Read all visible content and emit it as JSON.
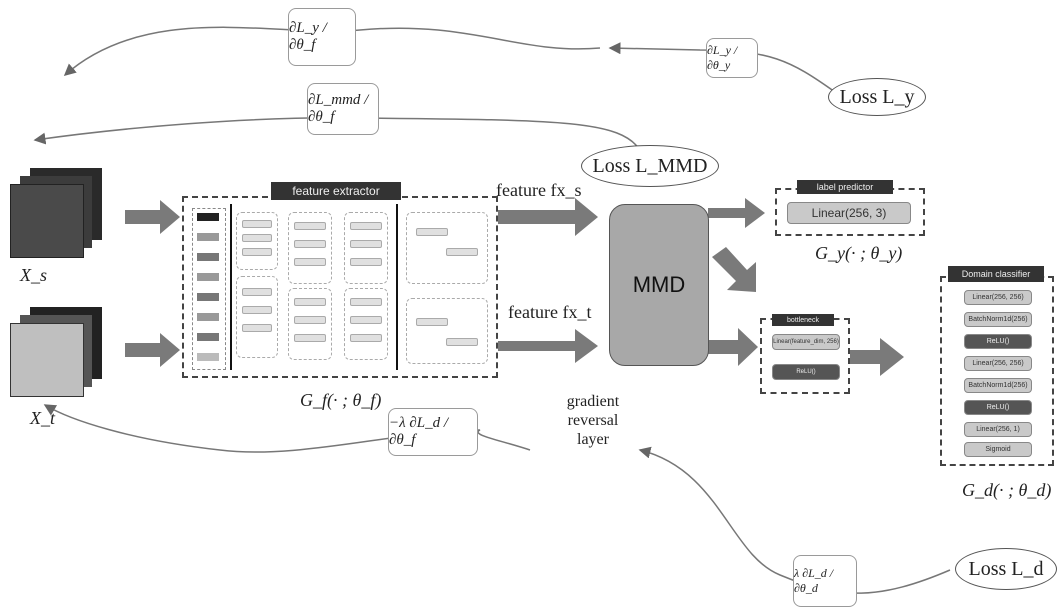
{
  "gradients": {
    "dLy_dthetaf": "∂L_y / ∂θ_f",
    "dLmmd_dthetaf": "∂L_mmd / ∂θ_f",
    "dLy_dthetay": "∂L_y / ∂θ_y",
    "neg_lambda_dLd_dthetaf": "−λ ∂L_d / ∂θ_f",
    "lambda_dLd_dthetad": "λ ∂L_d / ∂θ_d"
  },
  "losses": {
    "loss_y": "Loss L_y",
    "loss_mmd": "Loss L_MMD",
    "loss_d": "Loss L_d"
  },
  "inputs": {
    "source": "X_s",
    "target": "X_t"
  },
  "feature_extractor": {
    "title": "feature extractor",
    "func": "G_f(· ; θ_f)"
  },
  "features": {
    "source": "feature fx_s",
    "target": "feature fx_t"
  },
  "mmd": {
    "label": "MMD"
  },
  "label_predictor": {
    "title": "label predictor",
    "layer": "Linear(256, 3)",
    "func": "G_y(· ; θ_y)"
  },
  "bottleneck": {
    "title": "bottleneck",
    "layers": [
      "Linear(feature_dim, 256)",
      "ReLU()"
    ]
  },
  "domain_classifier": {
    "title": "Domain classifier",
    "layers": [
      "Linear(256, 256)",
      "BatchNorm1d(256)",
      "ReLU()",
      "Linear(256, 256)",
      "BatchNorm1d(256)",
      "ReLU()",
      "Linear(256, 1)",
      "Sigmoid"
    ],
    "func": "G_d(· ; θ_d)"
  },
  "grl": {
    "line1": "gradient",
    "line2": "reversal",
    "line3": "layer"
  }
}
